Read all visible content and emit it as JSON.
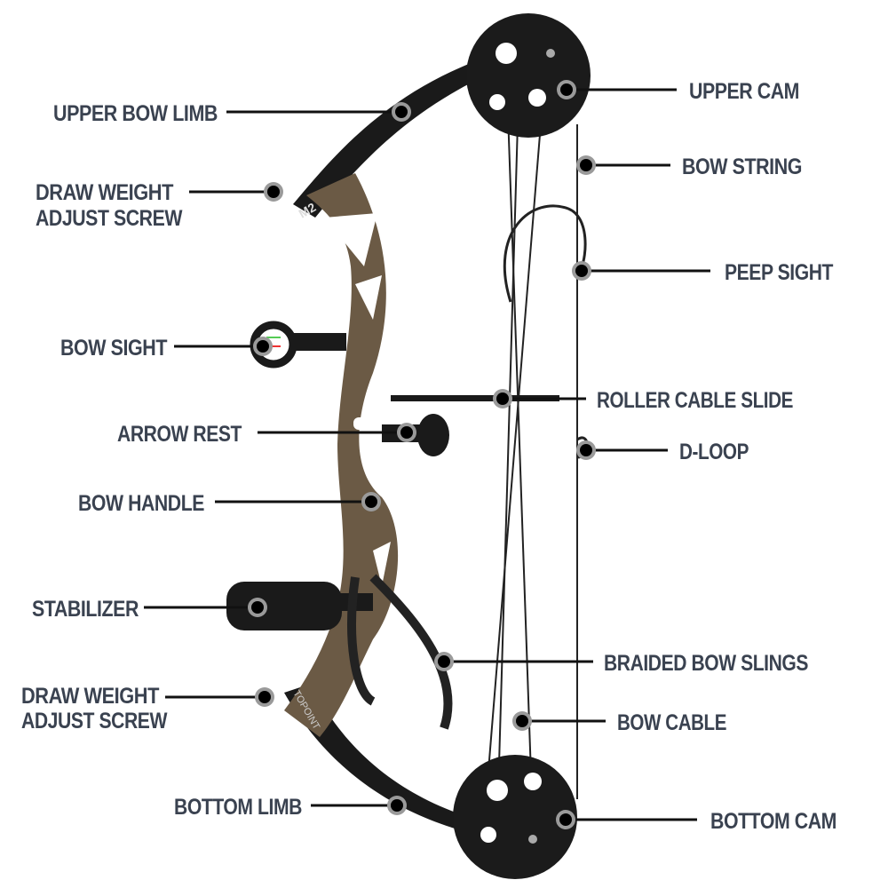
{
  "colors": {
    "label_text": "#3a4250",
    "leader_line": "#111111",
    "marker_ring": "#9a9a9a",
    "riser_camo": "#6b5a45",
    "limb": "#1a1a1a"
  },
  "labels": {
    "upper_bow_limb": "UPPER BOW LIMB",
    "draw_weight_top_1": "DRAW WEIGHT",
    "draw_weight_top_2": "ADJUST SCREW",
    "bow_sight": "BOW SIGHT",
    "arrow_rest": "ARROW REST",
    "bow_handle": "BOW HANDLE",
    "stabilizer": "STABILIZER",
    "draw_weight_bottom_1": "DRAW WEIGHT",
    "draw_weight_bottom_2": "ADJUST SCREW",
    "bottom_limb": "BOTTOM LIMB",
    "upper_cam": "UPPER CAM",
    "bow_string": "BOW STRING",
    "peep_sight": "PEEP SIGHT",
    "roller_cable_slide": "ROLLER CABLE SLIDE",
    "d_loop": "D-LOOP",
    "braided_bow_slings": "BRAIDED BOW SLINGS",
    "bow_cable": "BOW CABLE",
    "bottom_cam": "BOTTOM CAM"
  },
  "product_marks": {
    "riser_logo": "M2",
    "limb_brand": "TOPOINT"
  }
}
